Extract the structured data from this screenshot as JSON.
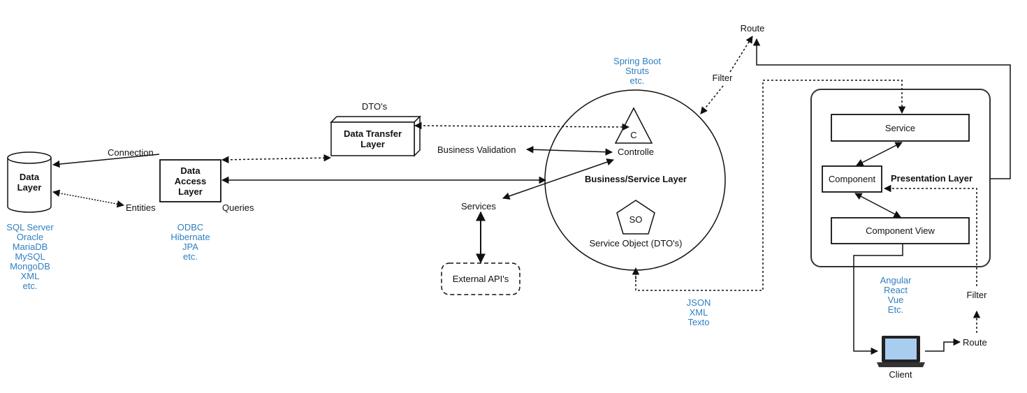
{
  "colors": {
    "accent_blue": "#2f7fc1",
    "line": "#111111",
    "laptop_screen": "#a9cdef"
  },
  "data_layer": {
    "label_line1": "Data",
    "label_line2": "Layer",
    "techs": [
      "SQL Server",
      "Oracle",
      "MariaDB",
      "MySQL",
      "MongoDB",
      "XML",
      "etc."
    ]
  },
  "data_access": {
    "label_line1": "Data",
    "label_line2": "Access",
    "label_line3": "Layer",
    "techs": [
      "ODBC",
      "Hibernate",
      "JPA",
      "etc."
    ]
  },
  "dto": {
    "caption": "DTO's",
    "label_line1": "Data Transfer",
    "label_line2": "Layer"
  },
  "edges": {
    "connection": "Connection",
    "entities": "Entities",
    "queries": "Queries",
    "business_validation": "Business Validation",
    "services": "Services",
    "external_apis": "External API's",
    "route_top": "Route",
    "filter_top": "Filter",
    "filter_bottom": "Filter",
    "route_bottom": "Route"
  },
  "business": {
    "title": "Business/Service Layer",
    "controller_symbol": "C",
    "controller_label": "Controlle",
    "so_symbol": "SO",
    "so_label": "Service Object (DTO's)",
    "frameworks": [
      "Spring Boot",
      "Struts",
      "etc."
    ]
  },
  "formats": [
    "JSON",
    "XML",
    "Texto"
  ],
  "presentation": {
    "title": "Presentation Layer",
    "service": "Service",
    "component": "Component",
    "component_view": "Component View",
    "frameworks": [
      "Angular",
      "React",
      "Vue",
      "Etc."
    ]
  },
  "client": {
    "label": "Client",
    "icon": "laptop-icon"
  }
}
